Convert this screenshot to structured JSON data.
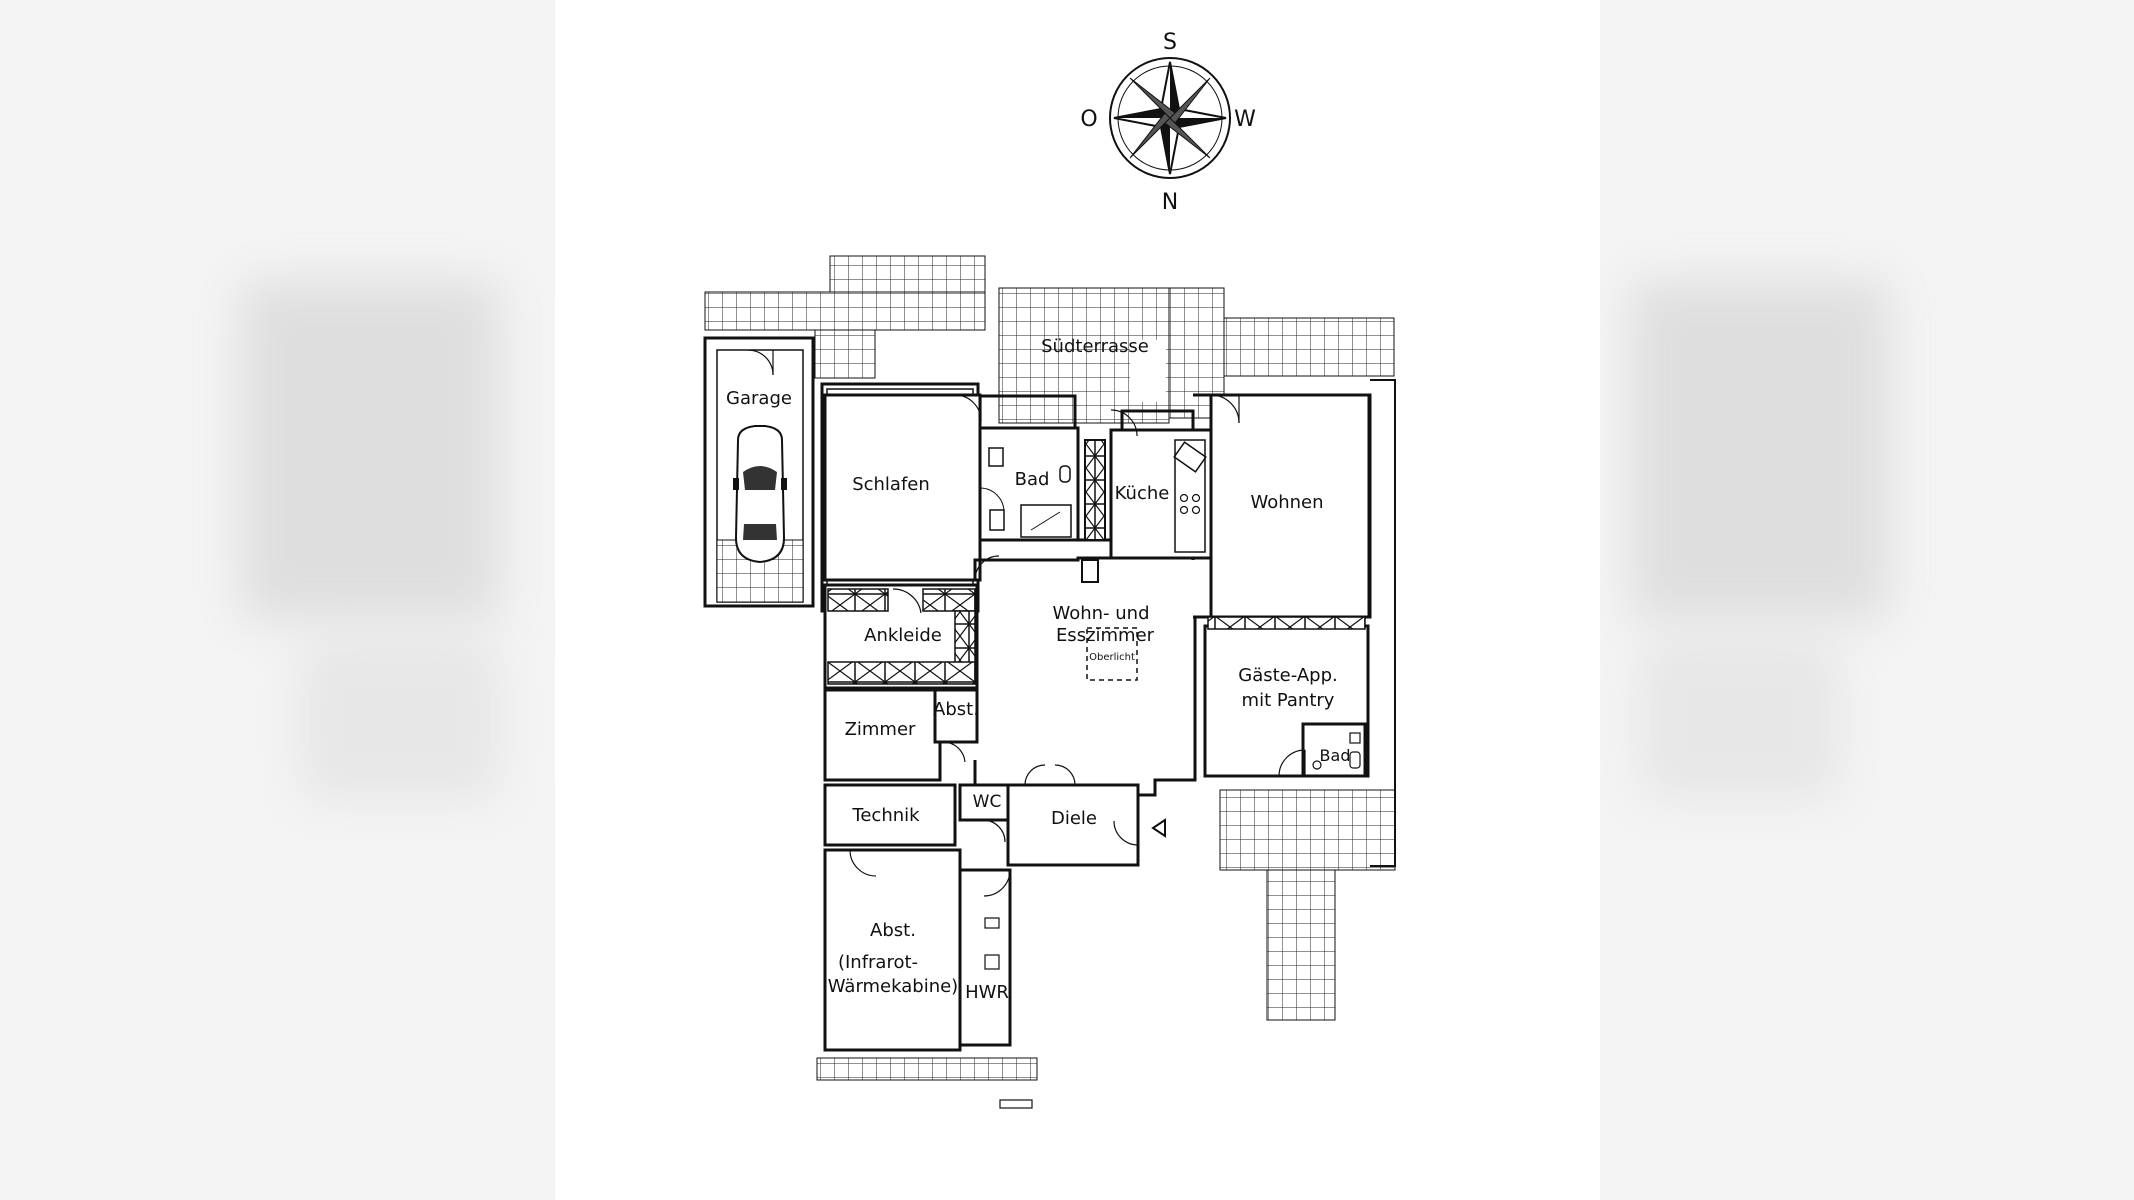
{
  "compass": {
    "top": "S",
    "bottom": "N",
    "left": "O",
    "right": "W"
  },
  "rooms": {
    "suedterrasse": "Südterrasse",
    "garage": "Garage",
    "schlafen": "Schlafen",
    "bad": "Bad",
    "kueche": "Küche",
    "wohnen": "Wohnen",
    "wohn_ess_1": "Wohn- und",
    "wohn_ess_2": "Esszimmer",
    "oberlicht": "Oberlicht",
    "ankleide": "Ankleide",
    "gaeste_1": "Gäste-App.",
    "gaeste_2": "mit Pantry",
    "gaeste_bad": "Bad",
    "zimmer": "Zimmer",
    "abst_small": "Abst.",
    "technik": "Technik",
    "wc": "WC",
    "diele": "Diele",
    "abst_large_1": "Abst.",
    "abst_large_2": "(Infrarot-",
    "abst_large_3": "Wärmekabine)",
    "hwr": "HWR"
  },
  "colors": {
    "ink": "#111111",
    "paper": "#ffffff",
    "surround": "#f4f4f4"
  }
}
